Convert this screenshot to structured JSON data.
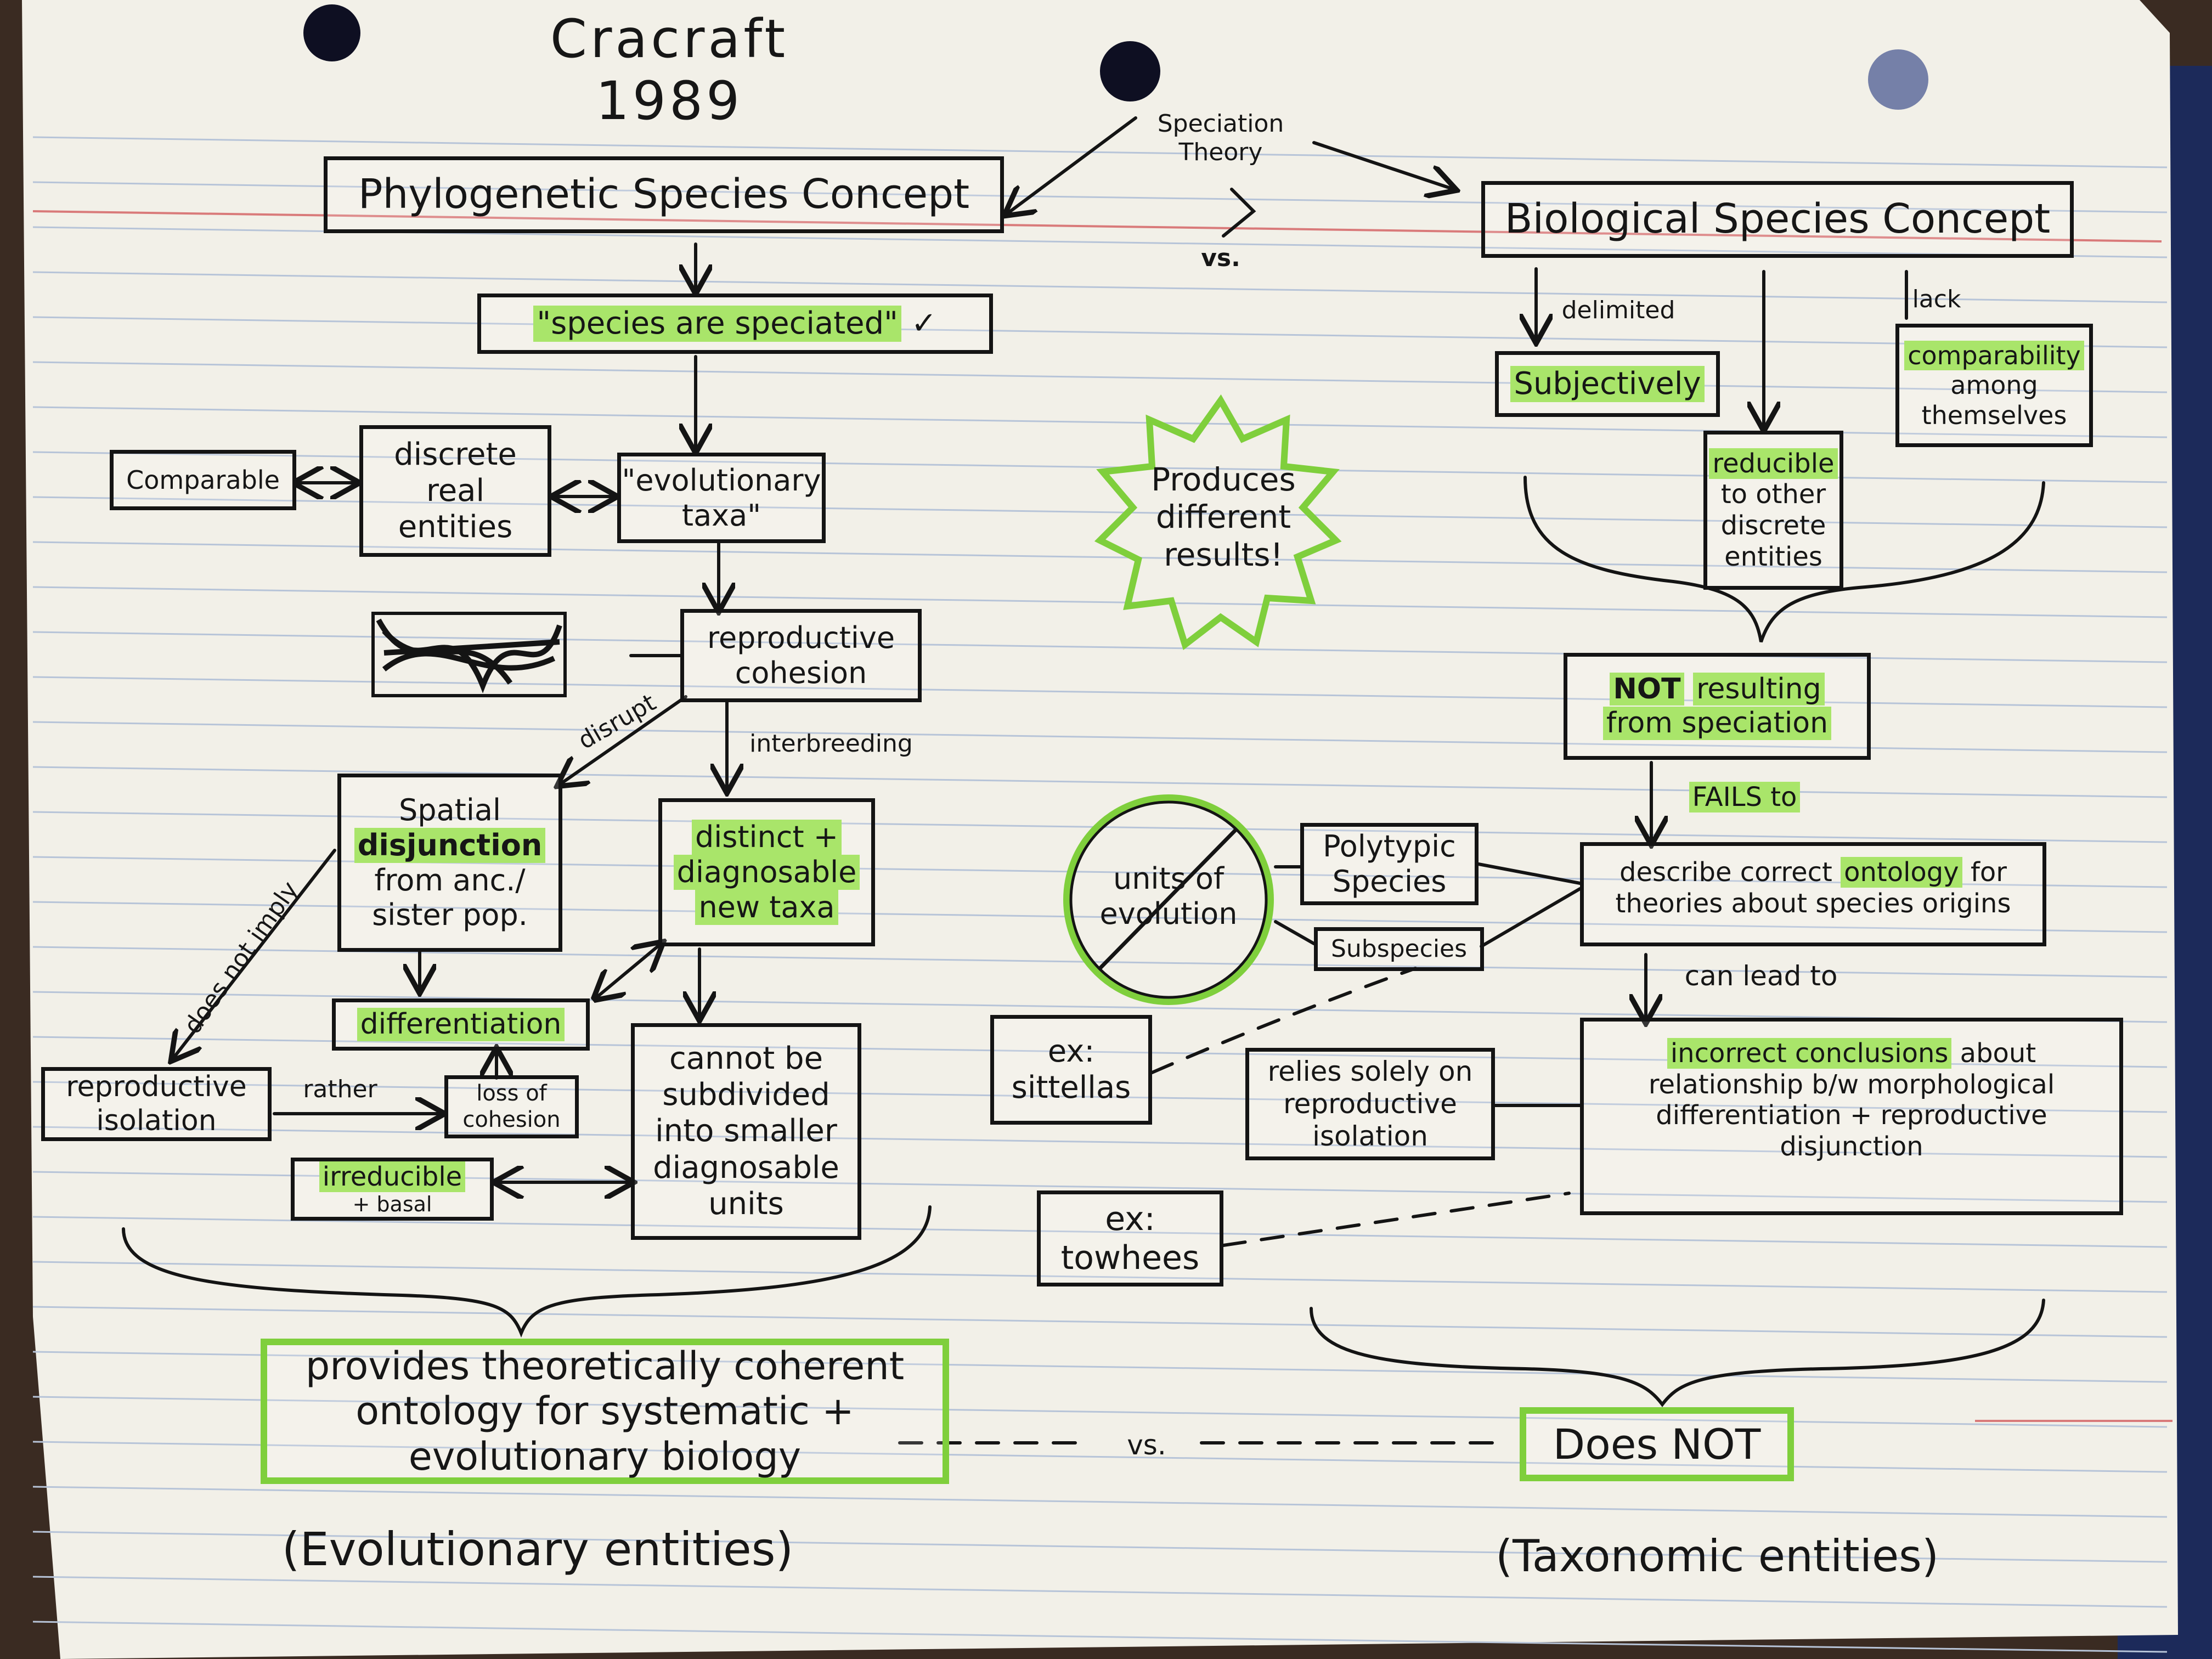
{
  "title": "Cracraft 1989",
  "header": {
    "left_concept": "Phylogenetic Species Concept",
    "right_concept": "Biological Species Concept",
    "speciation_theory": "Speciation Theory",
    "vs_top": "vs."
  },
  "left": {
    "species_speciated": "\"species are speciated\"",
    "checkmark": "✓",
    "comparable": "Comparable",
    "discrete_real": "discrete real entities",
    "evolutionary_taxa": "\"evolutionary taxa\"",
    "reproductive_cohesion": "reproductive cohesion",
    "disrupt": "disrupt",
    "interbreeding": "interbreeding",
    "spatial_disjunction_1": "Spatial",
    "spatial_disjunction_2": "disjunction",
    "spatial_disjunction_3": "from anc./ sister pop.",
    "distinct_diagnosable_1": "distinct +",
    "distinct_diagnosable_2": "diagnosable",
    "distinct_diagnosable_3": "new taxa",
    "does_not_imply": "does not imply",
    "differentiation": "differentiation",
    "reproductive_isolation": "reproductive isolation",
    "rather": "rather",
    "loss_of_cohesion": "loss of cohesion",
    "irreducible": "irreducible",
    "basal": "+ basal",
    "cannot_subdivided": "cannot be subdivided into smaller diagnosable units",
    "provides_line1": "provides theoretically coherent",
    "provides_line2": "ontology for systematic +",
    "provides_line3": "evolutionary biology",
    "evolutionary_entities": "(Evolutionary entities)"
  },
  "middle": {
    "produces_different": "Produces different results!",
    "units_of_evolution": "units of evolution",
    "polytypic_species": "Polytypic Species",
    "subspecies": "Subspecies",
    "ex_sittellas": "ex: sittellas",
    "ex_towhees": "ex: towhees",
    "relies_solely": "relies solely on reproductive isolation",
    "vs_bottom": "vs."
  },
  "right": {
    "delimited": "delimited",
    "subjectively": "Subjectively",
    "reducible_1": "reducible",
    "reducible_2": "to other discrete entities",
    "lack": "lack",
    "comparability": "comparability",
    "among_themselves": "among themselves",
    "not_resulting_1": "NOT",
    "not_resulting_2": "resulting",
    "not_resulting_3": "from speciation",
    "fails_to": "FAILS to",
    "describe_1": "describe correct",
    "describe_2": "ontology",
    "describe_3": "for theories about species origins",
    "can_lead_to": "can lead to",
    "incorrect_1": "incorrect conclusions",
    "incorrect_2": "about relationship b/w morphological differentiation + reproductive disjunction",
    "does_not": "Does NOT",
    "taxonomic_entities": "(Taxonomic entities)"
  },
  "colors": {
    "paper": "#f2f0e8",
    "rule_line": "#b7c4d8",
    "margin_line": "#d97a7a",
    "ink": "#141414",
    "highlight": "#a9e56a",
    "green_outline": "#7fcf3c",
    "binder": "#1c2a5a"
  }
}
